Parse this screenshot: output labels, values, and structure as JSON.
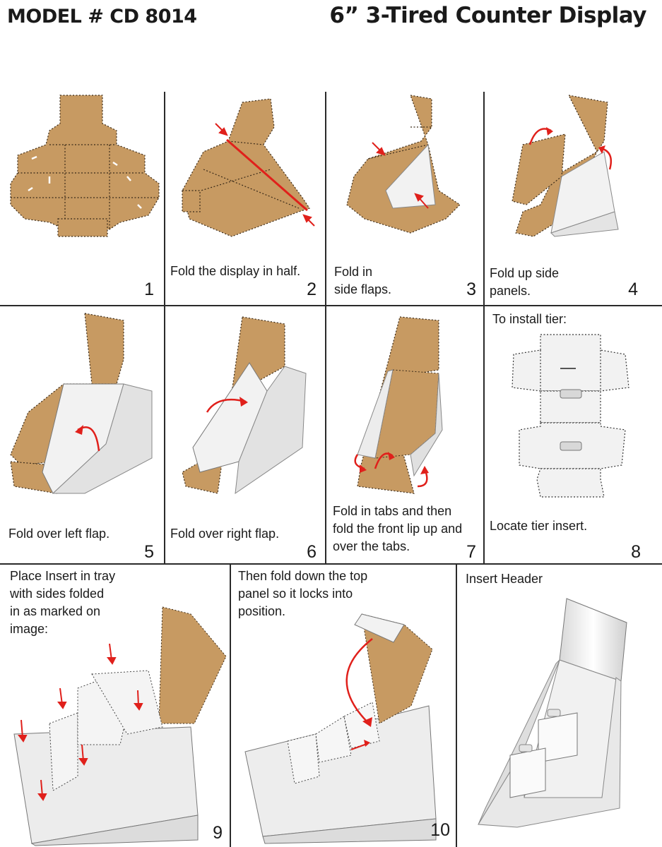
{
  "header": {
    "model": "MODEL # CD 8014",
    "title": "6”  3-Tired Counter Display"
  },
  "steps": [
    {
      "number": "1",
      "caption": ""
    },
    {
      "number": "2",
      "caption": "Fold the display in half."
    },
    {
      "number": "3",
      "caption": "Fold in\nside flaps."
    },
    {
      "number": "4",
      "caption": "Fold up side\npanels."
    },
    {
      "number": "5",
      "caption": "Fold over left flap."
    },
    {
      "number": "6",
      "caption": "Fold over right flap."
    },
    {
      "number": "7",
      "caption": "Fold in tabs and then\nfold the front lip up and\nover the tabs."
    },
    {
      "number": "8",
      "caption": "Locate tier insert.",
      "top_caption": "To install tier:"
    },
    {
      "number": "9",
      "caption": "Place Insert in tray\nwith sides folded\nin as marked on\nimage:"
    },
    {
      "number": "10",
      "caption": "Then fold down the top\npanel so it locks into\nposition."
    },
    {
      "number": "",
      "caption": "Insert Header"
    }
  ],
  "colors": {
    "cardboard": "#c79a62",
    "cardboard_dark": "#a8793f",
    "white_board": "#f2f2f2",
    "arrow_red": "#e0201b"
  }
}
